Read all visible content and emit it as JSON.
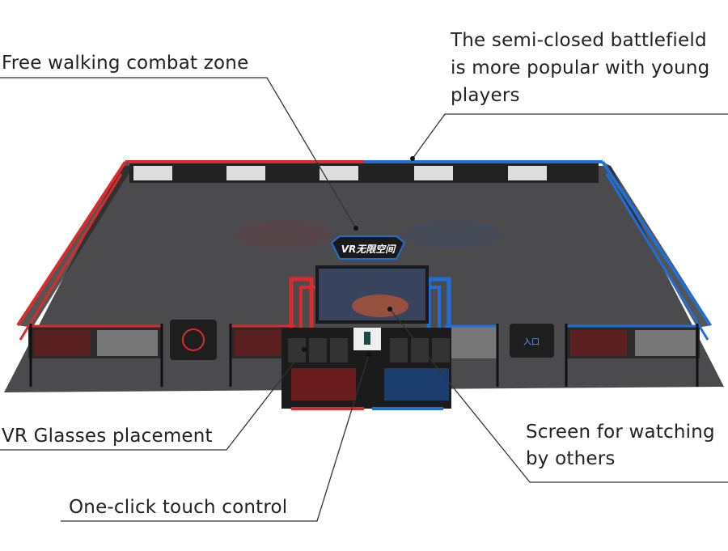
{
  "labels": {
    "combat_zone": "Free walking combat zone",
    "battlefield": [
      "The semi-closed battlefield",
      "is more popular with young",
      "players"
    ],
    "glasses": "VR Glasses placement",
    "touch": "One-click touch control",
    "screen": [
      "Screen for watching",
      "by others"
    ]
  },
  "sign_text": "VR无限空间",
  "entry_sign_text": "入口",
  "colors": {
    "red": "#d92b2b",
    "blue": "#1f6fd6",
    "floor": "#4b4b4d",
    "frame": "#1a1a1a"
  }
}
